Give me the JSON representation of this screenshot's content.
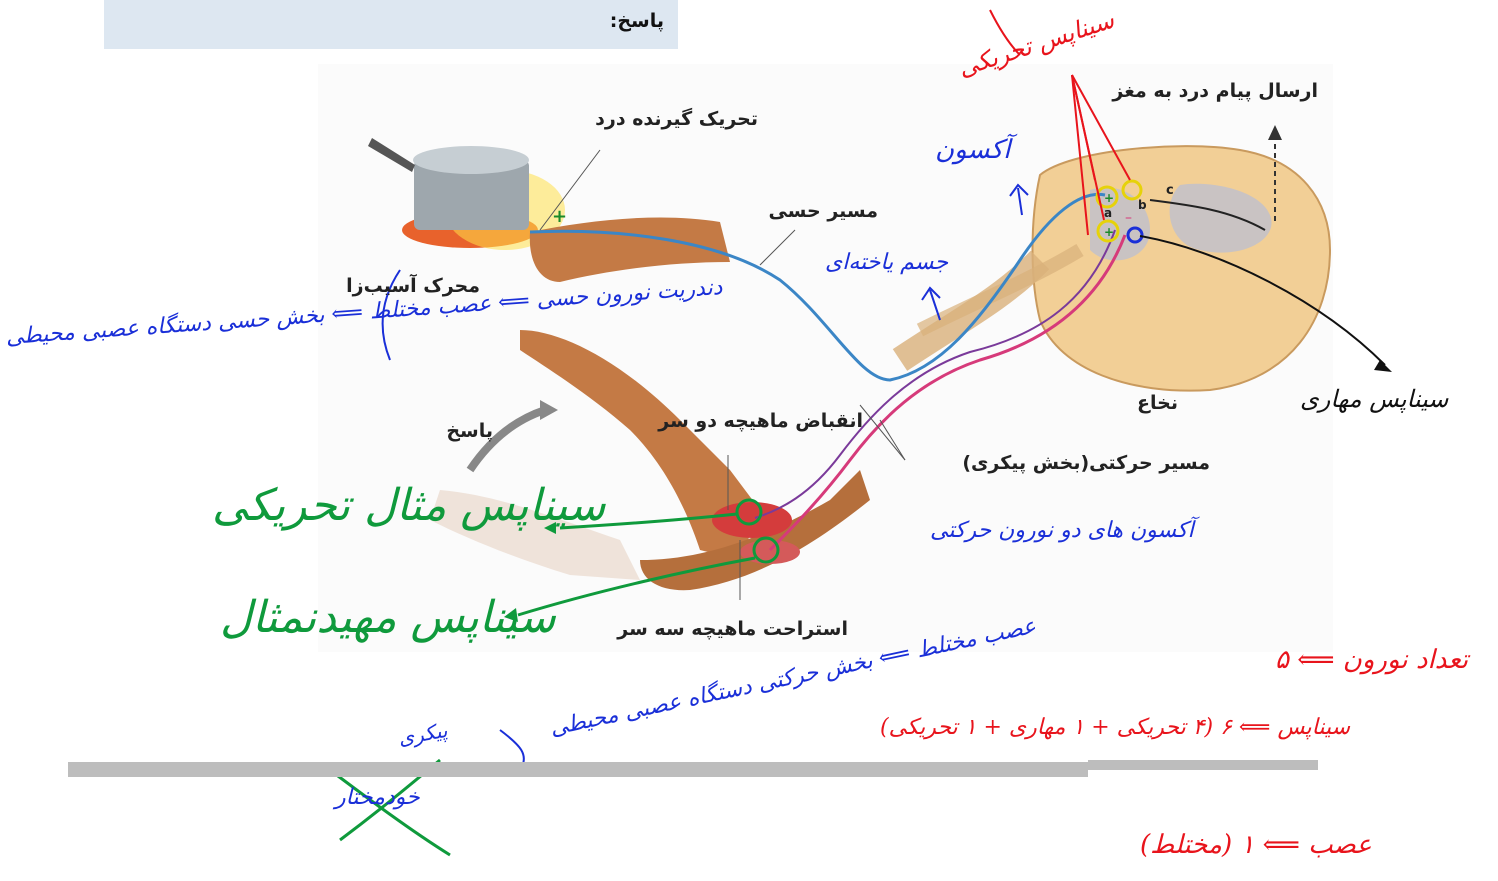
{
  "header": {
    "answer_label": "پاسخ:"
  },
  "figure": {
    "labels": {
      "pain_to_brain": "ارسال پیام درد به مغز",
      "pain_receptor_stimulation": "تحریک گیرنده درد",
      "sensory_path": "مسیر حسی",
      "harmful_stimulus": "محرک آسیب‌زا",
      "spinal_cord": "نخاع",
      "response": "پاسخ",
      "biceps_contraction": "انقباض ماهیچه دو سر",
      "motor_path": "مسیر حرکتی(بخش پیکری)",
      "triceps_relaxation": "استراحت ماهیچه سه سر"
    },
    "markers": {
      "a": "a",
      "b": "b",
      "c": "c"
    }
  },
  "annotations": {
    "excitatory_synapses": "سیناپس تحریکی",
    "axon_top": "آکسون",
    "cell_body": "جسم یاخته‌ای",
    "inhibitory_synapse": "سیناپس مهاری",
    "sensory_line": "دندریت نورون حسی ⟸ عصب مختلط ⟸ بخش حسی دستگاه عصبی محیطی",
    "motor_axon": "آکسون های دو نورون حرکتی",
    "motor_line_1": "عصب مختلط ⟸ بخش حرکتی دستگاه عصبی محیطی",
    "motor_line_2": "پیکری",
    "autonomic": "خودمختار",
    "neuromuscular_excitatory": "سیناپس مثال تحریکی",
    "neuromuscular_inhibitory": "سیناپس مهیدنمثال",
    "neuron_count": "تعداد نورون ⟸ ۵",
    "synapse_count": "سیناپس ⟸ ۶ (۴ تحریکی + ۱ مهاری + ۱ تحریکی)",
    "nerve_count": "عصب ⟸ ۱ (مختلط)"
  },
  "colors": {
    "sensory": "#3b86c6",
    "motor": "#d63a7a",
    "annot_blue": "#1a2fd8",
    "annot_green": "#0f9a3c",
    "annot_red": "#e8141c"
  }
}
